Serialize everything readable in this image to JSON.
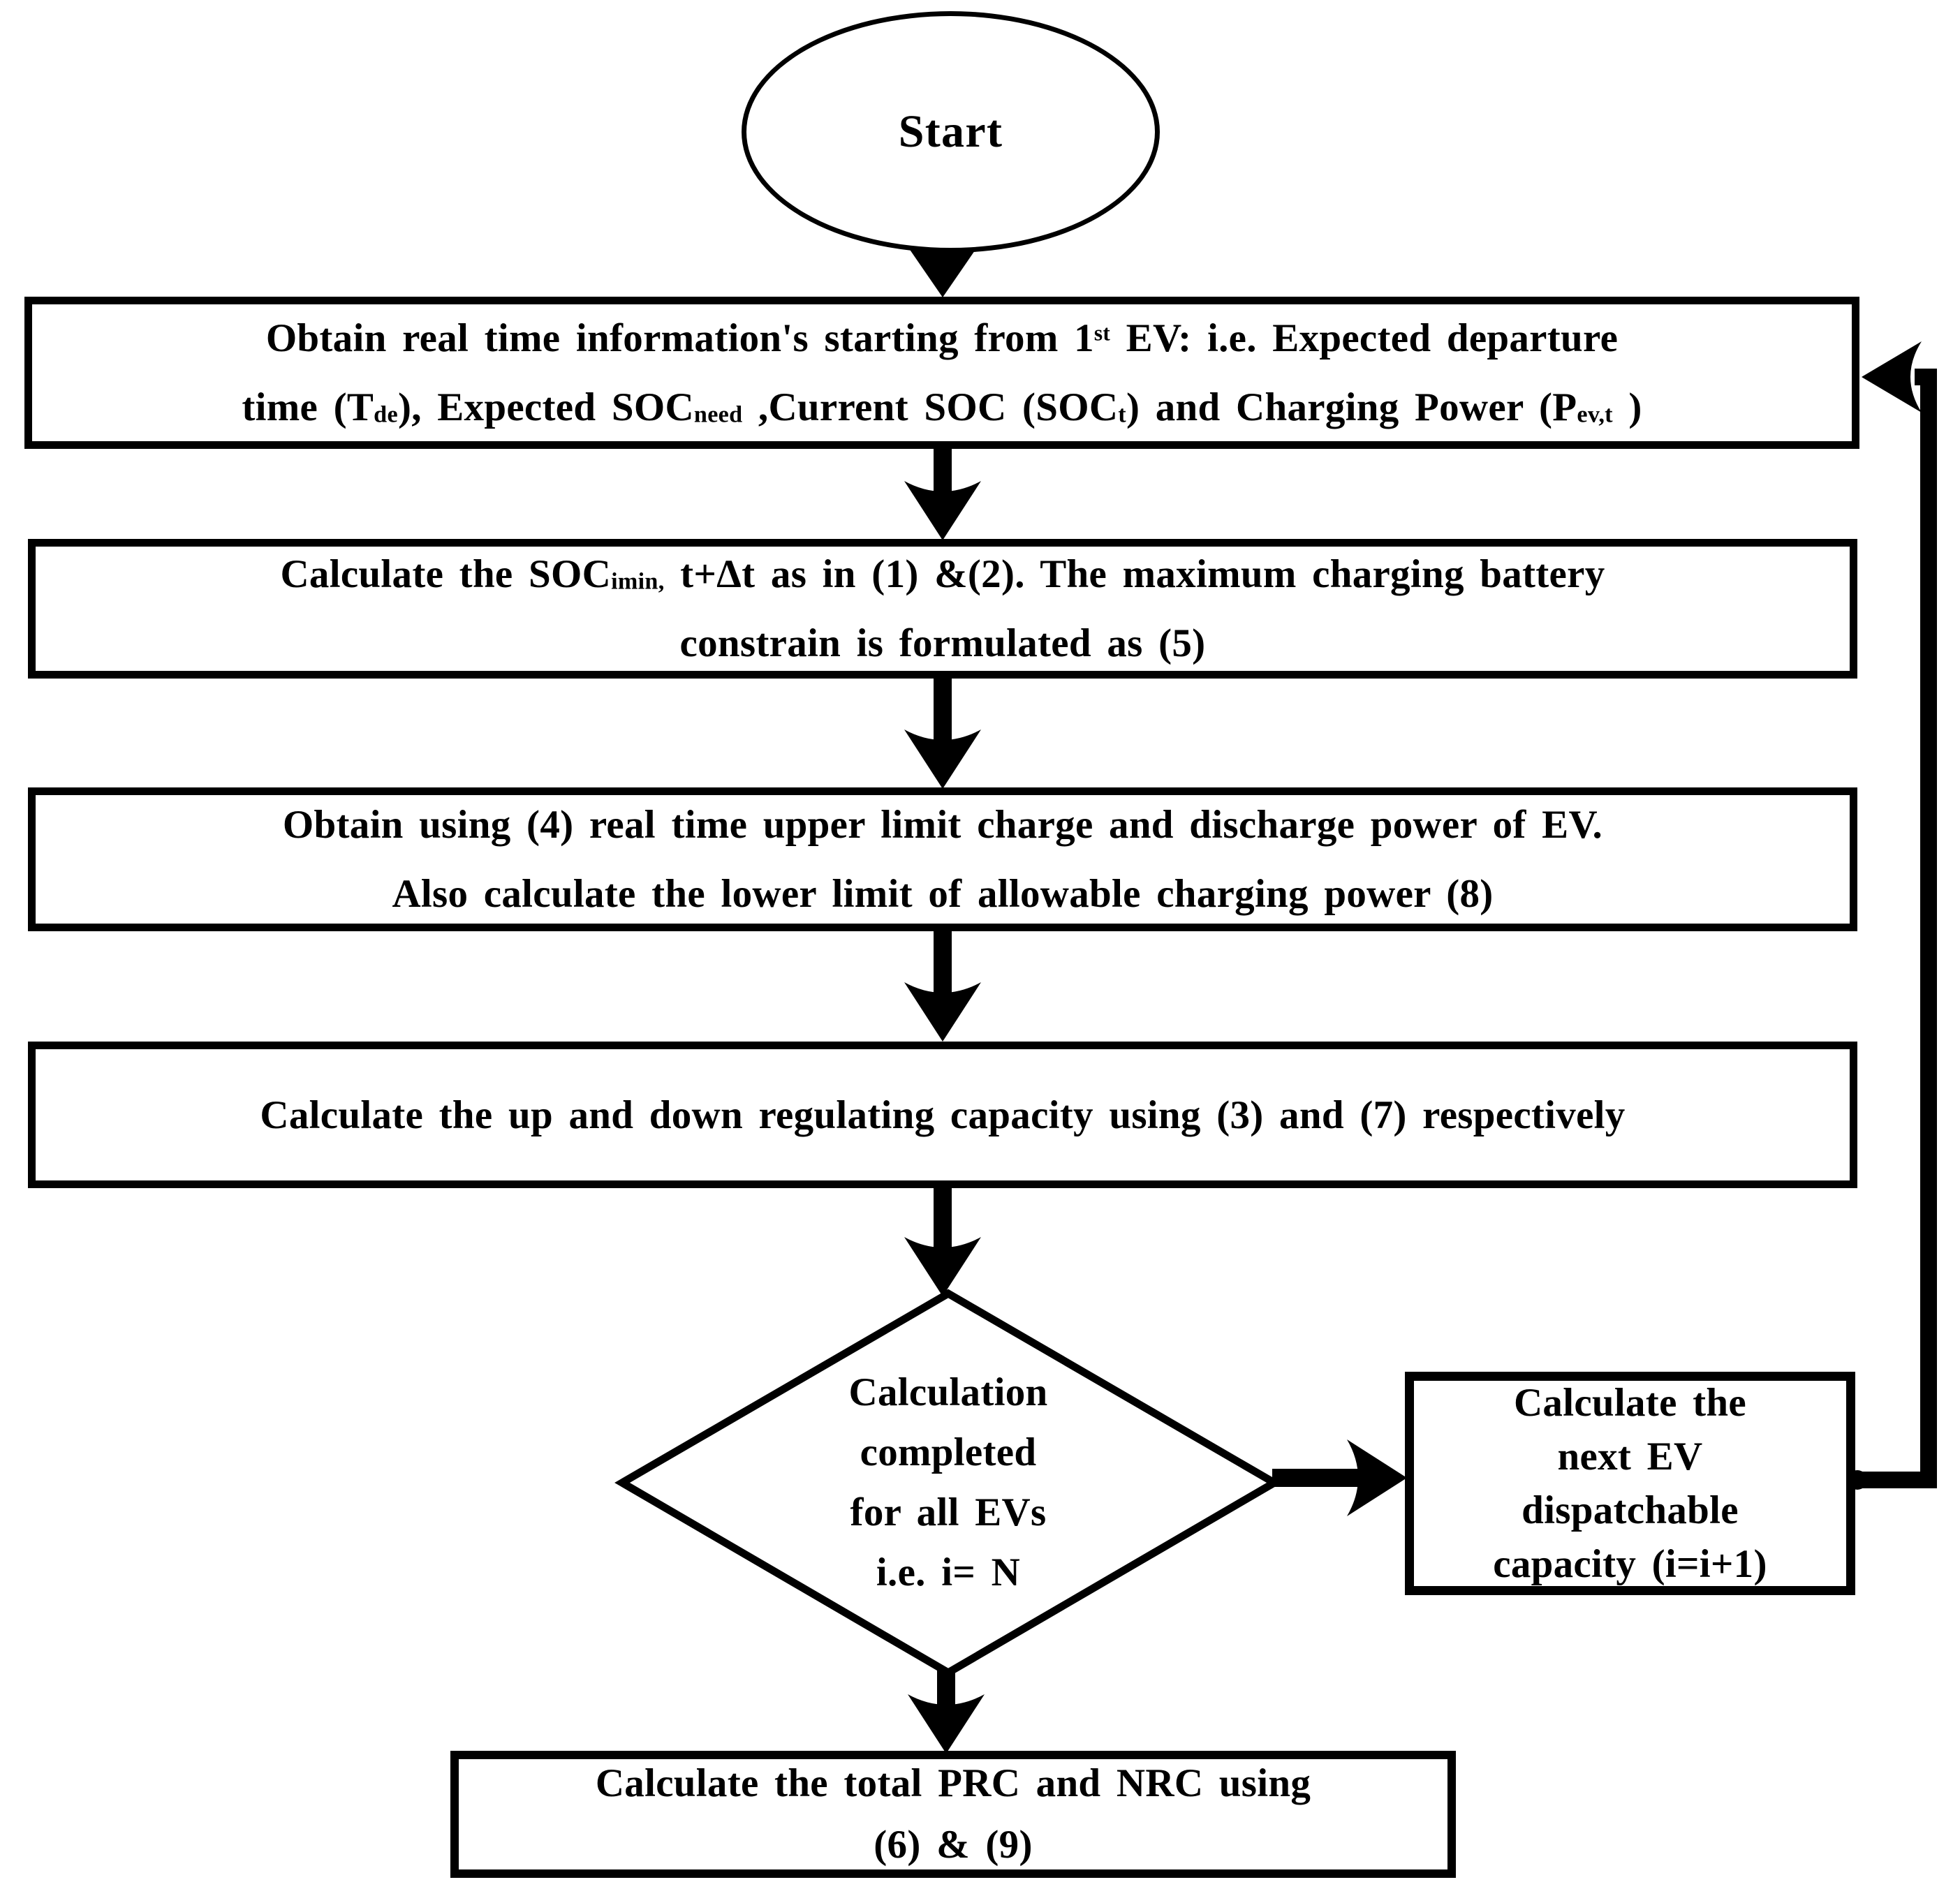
{
  "flowchart": {
    "colors": {
      "line": "#000000",
      "background": "#ffffff"
    },
    "start": {
      "label": "Start"
    },
    "box1": {
      "lines": [
        [
          {
            "t": "Obtain real time information's starting from 1"
          },
          {
            "t": "st",
            "s": "sup"
          },
          {
            "t": " EV: i.e. Expected departure"
          }
        ],
        [
          {
            "t": "time (T"
          },
          {
            "t": "de",
            "s": "sub"
          },
          {
            "t": "), Expected SOC"
          },
          {
            "t": "need",
            "s": "sub"
          },
          {
            "t": " ,Current SOC (SOC"
          },
          {
            "t": "t",
            "s": "sub"
          },
          {
            "t": ") and Charging Power (P"
          },
          {
            "t": "ev,t",
            "s": "sub"
          },
          {
            "t": " )"
          }
        ]
      ]
    },
    "box2": {
      "lines": [
        [
          {
            "t": "Calculate the SOC"
          },
          {
            "t": "imin,",
            "s": "sub"
          },
          {
            "t": " t+Δt as in (1) &(2). The maximum charging battery"
          }
        ],
        [
          {
            "t": "constrain is formulated as (5)"
          }
        ]
      ]
    },
    "box3": {
      "lines": [
        [
          {
            "t": "Obtain using (4) real time upper limit charge and discharge power of EV."
          }
        ],
        [
          {
            "t": "Also calculate the lower limit of allowable charging power (8)"
          }
        ]
      ]
    },
    "box4": {
      "lines": [
        [
          {
            "t": "Calculate the up and down regulating capacity using (3) and (7) respectively"
          }
        ]
      ]
    },
    "decision": {
      "lines": [
        [
          {
            "t": "Calculation"
          }
        ],
        [
          {
            "t": "completed"
          }
        ],
        [
          {
            "t": "for all EVs"
          }
        ],
        [
          {
            "t": "i.e. i= N"
          }
        ]
      ]
    },
    "next_box": {
      "lines": [
        [
          {
            "t": "Calculate the"
          }
        ],
        [
          {
            "t": "next EV"
          }
        ],
        [
          {
            "t": "dispatchable"
          }
        ],
        [
          {
            "t": "capacity (i=i+1)"
          }
        ]
      ]
    },
    "total_box": {
      "lines": [
        [
          {
            "t": "Calculate the total PRC and NRC using"
          }
        ],
        [
          {
            "t": "(6) & (9)"
          }
        ]
      ]
    }
  }
}
